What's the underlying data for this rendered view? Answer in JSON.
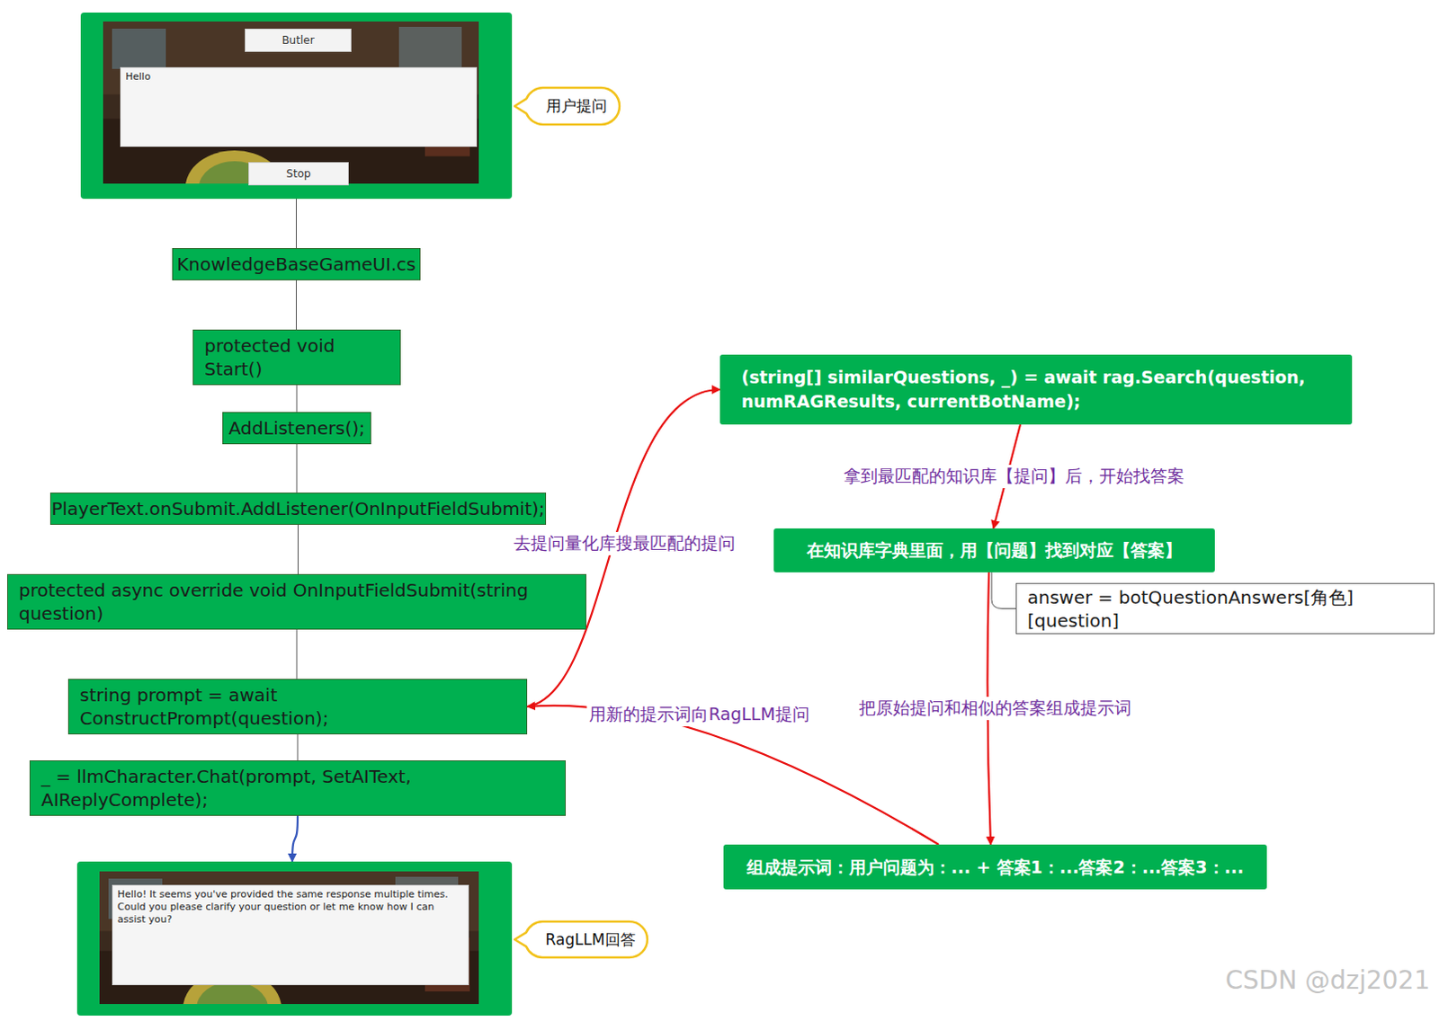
{
  "diagram": {
    "nodes": [
      {
        "text": []
      },
      {
        "text": [
          "Butler"
        ],
        "in": 0
      },
      {
        "text": [
          "Hello"
        ],
        "in": 0
      },
      {
        "text": [
          "Stop"
        ],
        "in": 0
      },
      {
        "text": [
          "用户提问"
        ]
      },
      {
        "text": [
          "KnowledgeBaseGameUI.cs"
        ]
      },
      {
        "text": [
          "protected void Start()"
        ]
      },
      {
        "text": [
          "AddListeners();"
        ]
      },
      {
        "text": [
          "PlayerText.onSubmit.AddListener(OnInputFieldSubmit);"
        ]
      },
      {
        "text": [
          "protected async override void OnInputFieldSubmit(string question)"
        ]
      },
      {
        "text": [
          "string prompt = await ConstructPrompt(question);"
        ]
      },
      {
        "text": [
          "_ = llmCharacter.Chat(prompt, SetAIText, AIReplyComplete);"
        ]
      },
      {
        "text": []
      },
      {
        "text": [
          "Hello! It seems you've provided the same response multiple times. Could you please clarify your question or let me know how I can assist you?"
        ],
        "in": 12
      },
      {
        "text": [
          "RagLLM回答"
        ]
      },
      {
        "text": [
          "(string[] similarQuestions, _) = await rag.Search(question, numRAGResults, currentBotName);"
        ]
      },
      {
        "text": [
          "在知识库字典里面，用【问题】找到对应【答案】"
        ]
      },
      {
        "text": [
          "answer = botQuestionAnswers[角色][question]"
        ]
      },
      {
        "text": [
          "组成提示词：用户问题为：... + 答案1：...答案2：...答案3：..."
        ]
      }
    ],
    "edges": [
      {
        "from": 0,
        "to": 5,
        "arrow": "none"
      },
      {
        "from": 5,
        "to": 6,
        "arrow": "none"
      },
      {
        "from": 6,
        "to": 7,
        "arrow": "none"
      },
      {
        "from": 7,
        "to": 8,
        "arrow": "none"
      },
      {
        "from": 8,
        "to": 9,
        "arrow": "none"
      },
      {
        "from": 9,
        "to": 10,
        "arrow": "none"
      },
      {
        "from": 10,
        "to": 11,
        "arrow": "none"
      },
      {
        "from": 11,
        "to": 12,
        "arrow": "to"
      },
      {
        "from": 10,
        "to": 15,
        "label": "去提问量化库搜最匹配的提问",
        "arrow": "to"
      },
      {
        "from": 15,
        "to": 16,
        "label": "拿到最匹配的知识库【提问】后，开始找答案",
        "arrow": "to"
      },
      {
        "from": 16,
        "to": 17,
        "arrow": "none"
      },
      {
        "from": 16,
        "to": 18,
        "label": "把原始提问和相似的答案组成提示词",
        "arrow": "to"
      },
      {
        "from": 18,
        "to": 10,
        "label": "用新的提示词向RagLLM提问",
        "arrow": "to"
      }
    ],
    "labels": [
      "CSDN @dzj2021"
    ]
  }
}
